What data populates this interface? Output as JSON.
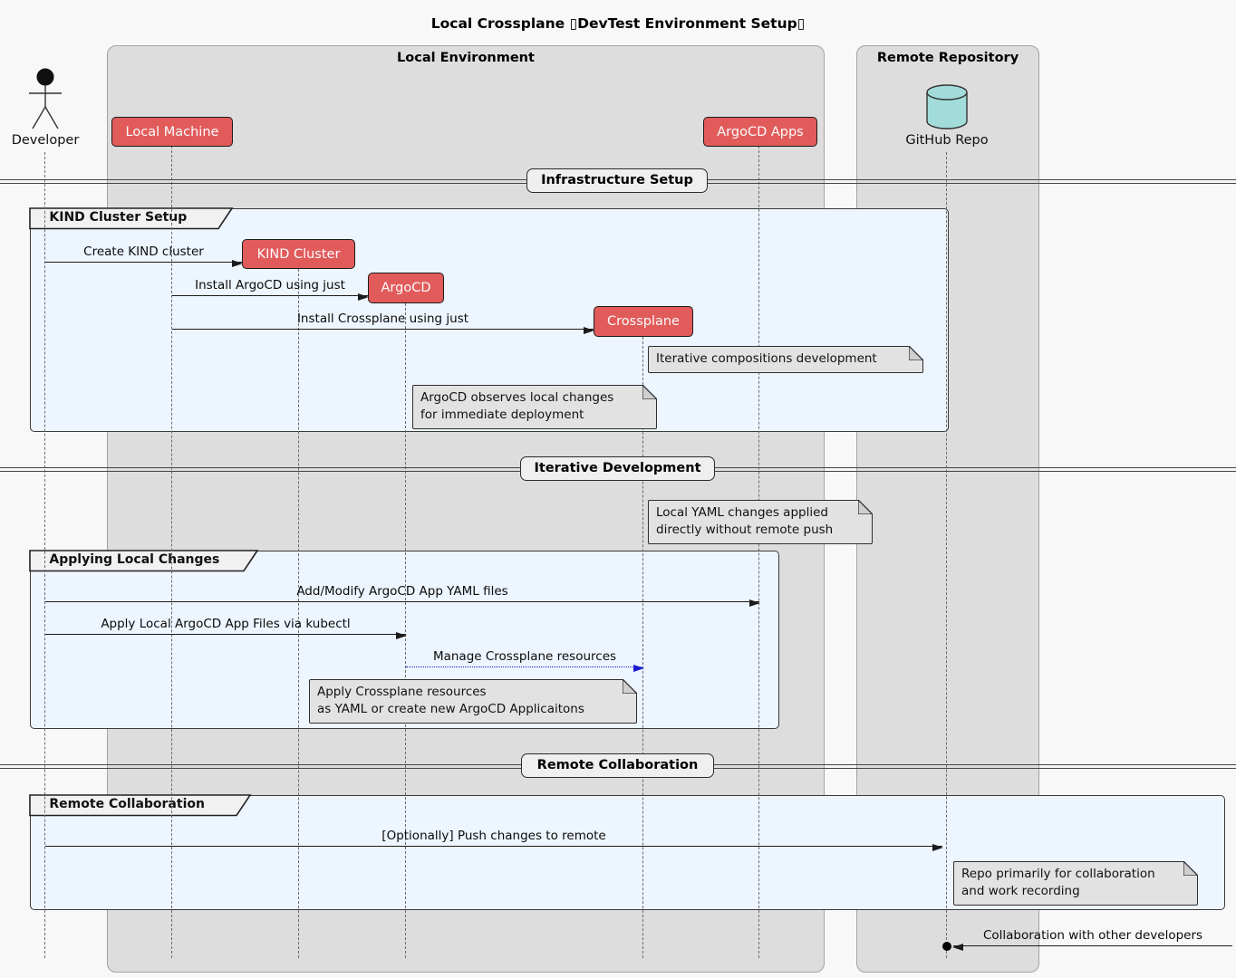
{
  "title": "Local Crossplane ▯DevTest Environment Setup▯",
  "boxes": {
    "local_env": "Local Environment",
    "remote_repo": "Remote Repository"
  },
  "participants": {
    "developer": "Developer",
    "local_machine": "Local Machine",
    "kind_cluster": "KIND Cluster",
    "argocd": "ArgoCD",
    "crossplane": "Crossplane",
    "argocd_apps": "ArgoCD Apps",
    "github_repo": "GitHub Repo"
  },
  "dividers": {
    "infrastructure": "Infrastructure Setup",
    "iterative": "Iterative Development",
    "remote": "Remote Collaboration"
  },
  "groups": {
    "kind_setup": "KIND Cluster Setup",
    "applying": "Applying Local Changes",
    "remote_collab": "Remote Collaboration"
  },
  "messages": {
    "create_kind": "Create KIND cluster",
    "install_argocd": "Install ArgoCD using just",
    "install_crossplane": "Install Crossplane using just",
    "add_modify_yaml": "Add/Modify ArgoCD App YAML files",
    "apply_kubectl": "Apply Local ArgoCD App Files via kubectl",
    "manage_crossplane": "Manage Crossplane resources",
    "push_remote": "[Optionally] Push changes to remote",
    "collaboration": "Collaboration with other developers"
  },
  "notes": {
    "iterative_comp": [
      "Iterative compositions development"
    ],
    "argocd_observes": [
      "ArgoCD observes local changes",
      "for immediate deployment"
    ],
    "local_yaml": [
      "Local YAML changes applied",
      "directly without remote push"
    ],
    "apply_crossplane": [
      "Apply Crossplane resources",
      "as YAML or create new ArgoCD Applicaitons"
    ],
    "repo_primarily": [
      "Repo primarily for collaboration",
      "and work recording"
    ]
  },
  "colors": {
    "background": "#F8F8F8",
    "participant_fill": "#E25B5B",
    "participant_border": "#1C1C1C",
    "group_fill": "#EDF5FF",
    "box_fill": "#DDDDDD",
    "note_fill": "#E2E2E2",
    "cylinder_fill": "#A2DCDA",
    "blue_arrow": "#1A1ACD"
  }
}
